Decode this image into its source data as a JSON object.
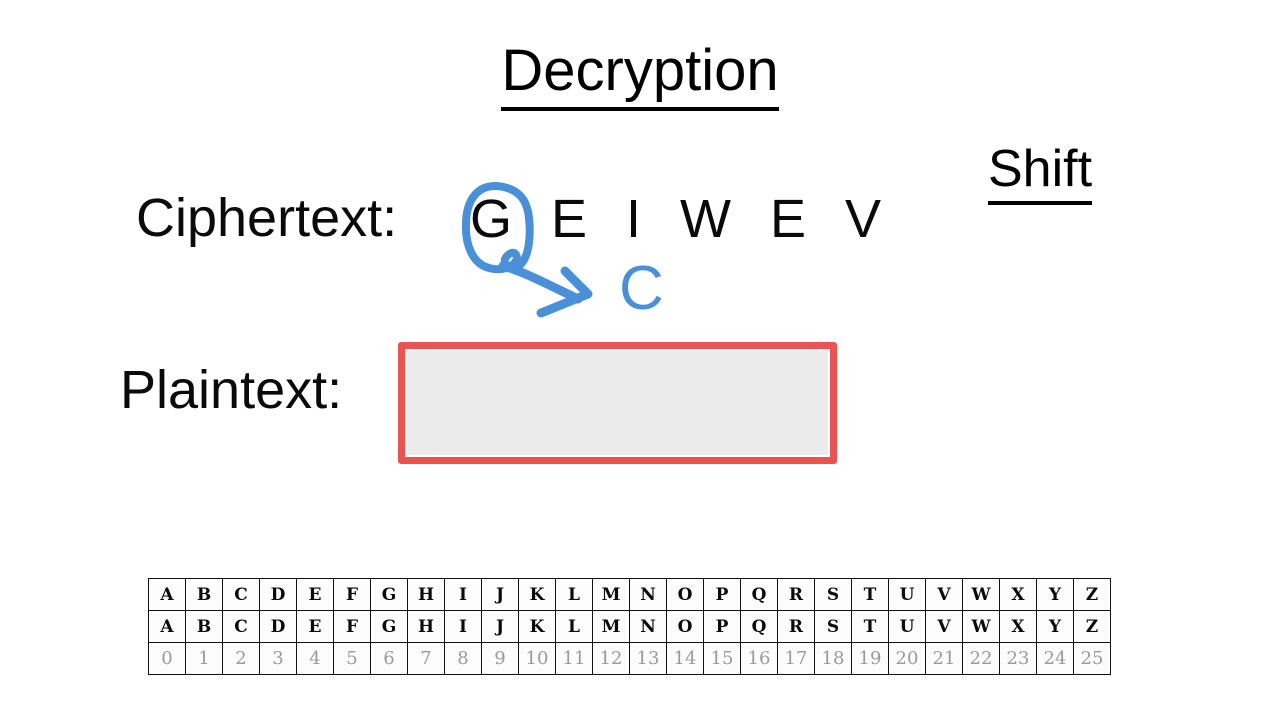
{
  "slide": {
    "title": "Decryption",
    "background_color": "#ffffff"
  },
  "shift": {
    "label": "Shift",
    "value": ""
  },
  "ciphertext": {
    "label": "Ciphertext:",
    "value": "G E I W E V"
  },
  "plaintext": {
    "label": "Plaintext:",
    "value": "",
    "box_border_color": "#e8544f",
    "box_fill_color": "#ebebeb"
  },
  "annotations": {
    "color": "#4a90d9",
    "circled_letter": "G",
    "mapped_letter": "C",
    "arrow": "curved-arrow-right"
  },
  "alphabet_table": {
    "row_cipher": [
      "A",
      "B",
      "C",
      "D",
      "E",
      "F",
      "G",
      "H",
      "I",
      "J",
      "K",
      "L",
      "M",
      "N",
      "O",
      "P",
      "Q",
      "R",
      "S",
      "T",
      "U",
      "V",
      "W",
      "X",
      "Y",
      "Z"
    ],
    "row_plain": [
      "A",
      "B",
      "C",
      "D",
      "E",
      "F",
      "G",
      "H",
      "I",
      "J",
      "K",
      "L",
      "M",
      "N",
      "O",
      "P",
      "Q",
      "R",
      "S",
      "T",
      "U",
      "V",
      "W",
      "X",
      "Y",
      "Z"
    ],
    "row_index": [
      "0",
      "1",
      "2",
      "3",
      "4",
      "5",
      "6",
      "7",
      "8",
      "9",
      "10",
      "11",
      "12",
      "13",
      "14",
      "15",
      "16",
      "17",
      "18",
      "19",
      "20",
      "21",
      "22",
      "23",
      "24",
      "25"
    ]
  }
}
